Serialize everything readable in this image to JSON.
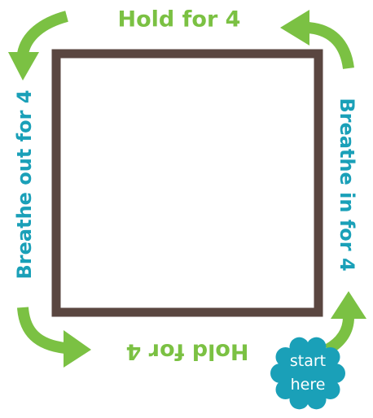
{
  "labels": {
    "top": "Hold for 4",
    "right": "Breathe in for 4",
    "bottom": "Hold for 4",
    "left": "Breathe out for 4"
  },
  "start_badge": {
    "line1": "start",
    "line2": "here"
  },
  "colors": {
    "arrow": "#7bc143",
    "top_bottom_text": "#7bc143",
    "side_text": "#1aa0b8",
    "square": "#5a4640",
    "badge": "#1aa0b8",
    "badge_text": "#ffffff"
  },
  "icons": {
    "arrows": "curved-arrow-icon",
    "badge": "scalloped-badge"
  }
}
